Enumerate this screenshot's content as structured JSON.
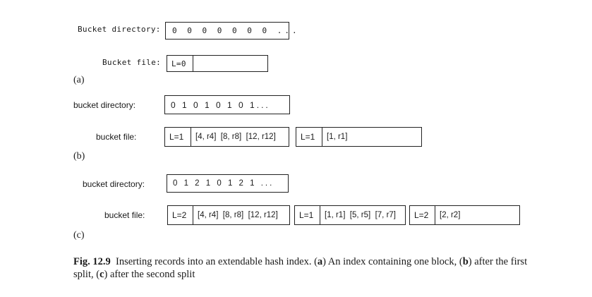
{
  "a": {
    "dir_label": "Bucket directory:",
    "dir_value": "0 0 0 0 0 0 0 ...",
    "file_label": "Bucket file:",
    "bucket1": {
      "header": "L=0",
      "records": ""
    },
    "part": "(a)"
  },
  "b": {
    "dir_label": "bucket directory:",
    "dir_value": "0 1 0 1 0 1 0 1...",
    "file_label": "bucket file:",
    "bucket1": {
      "header": "L=1",
      "records": "[4, r4]  [8, r8]  [12, r12]"
    },
    "bucket2": {
      "header": "L=1",
      "records": "[1, r1]"
    },
    "part": "(b)"
  },
  "c": {
    "dir_label": "bucket directory:",
    "dir_value": "0 1 2 1 0 1 2 1 ...",
    "file_label": "bucket file:",
    "bucket1": {
      "header": "L=2",
      "records": "[4, r4]  [8, r8]  [12, r12]"
    },
    "bucket2": {
      "header": "L=1",
      "records": "[1, r1]  [5, r5]  [7, r7]"
    },
    "bucket3": {
      "header": "L=2",
      "records": "[2, r2]"
    },
    "part": "(c)"
  },
  "caption": {
    "label": "Fig. 12.9",
    "t1": "Inserting records into an extendable hash index. (",
    "a": "a",
    "t2": ") An index containing one block, (",
    "b": "b",
    "t3": ") after the first split, (",
    "c": "c",
    "t4": ") after the second split"
  }
}
